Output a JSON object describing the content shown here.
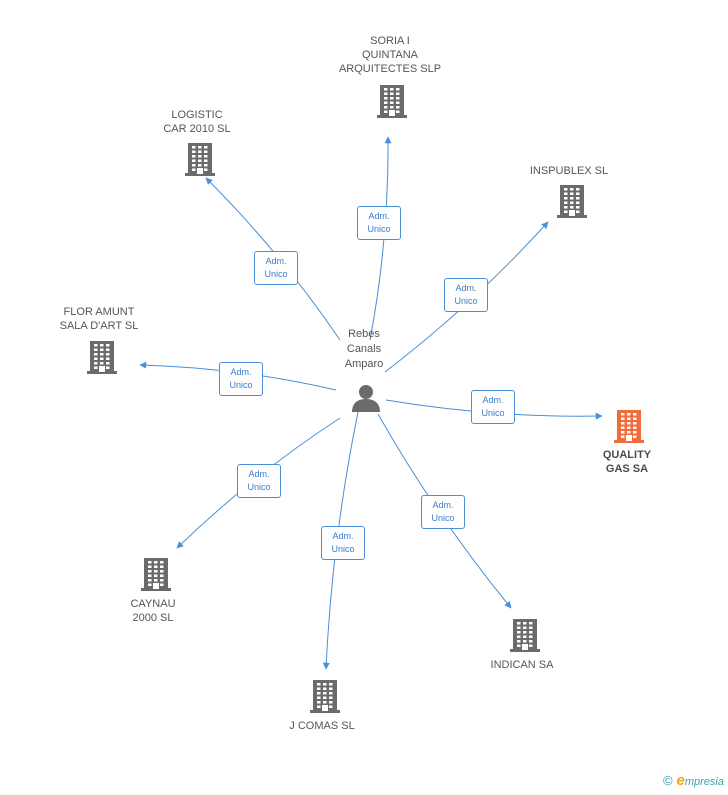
{
  "center": {
    "name": "Rebes\nCanals\nAmparo",
    "icon": "person-icon"
  },
  "companies": [
    {
      "id": "soria",
      "name": "SORIA I\nQUINTANA\nARQUITECTES SLP",
      "role": [
        "Adm.",
        "Unico"
      ],
      "highlight": false
    },
    {
      "id": "logistic",
      "name": "LOGISTIC\nCAR 2010 SL",
      "role": [
        "Adm.",
        "Unico"
      ],
      "highlight": false
    },
    {
      "id": "inspublex",
      "name": "INSPUBLEX SL",
      "role": [
        "Adm.",
        "Unico"
      ],
      "highlight": false
    },
    {
      "id": "flor",
      "name": "FLOR AMUNT\nSALA D'ART SL",
      "role": [
        "Adm.",
        "Unico"
      ],
      "highlight": false
    },
    {
      "id": "quality",
      "name": "QUALITY\nGAS SA",
      "role": [
        "Adm.",
        "Unico"
      ],
      "highlight": true
    },
    {
      "id": "caynau",
      "name": "CAYNAU\n2000 SL",
      "role": [
        "Adm.",
        "Unico"
      ],
      "highlight": false
    },
    {
      "id": "jcomas",
      "name": "J COMAS SL",
      "role": [
        "Adm.",
        "Unico"
      ],
      "highlight": false
    },
    {
      "id": "indican",
      "name": "INDICAN SA",
      "role": [
        "Adm.",
        "Unico"
      ],
      "highlight": false
    }
  ],
  "colors": {
    "edge": "#4a90d9",
    "building": "#6b6b6b",
    "building_highlight": "#f26b3a",
    "person": "#6b6b6b"
  },
  "footer": {
    "copyright_symbol": "©",
    "brand_initial": "e",
    "brand_rest": "mpresia"
  }
}
